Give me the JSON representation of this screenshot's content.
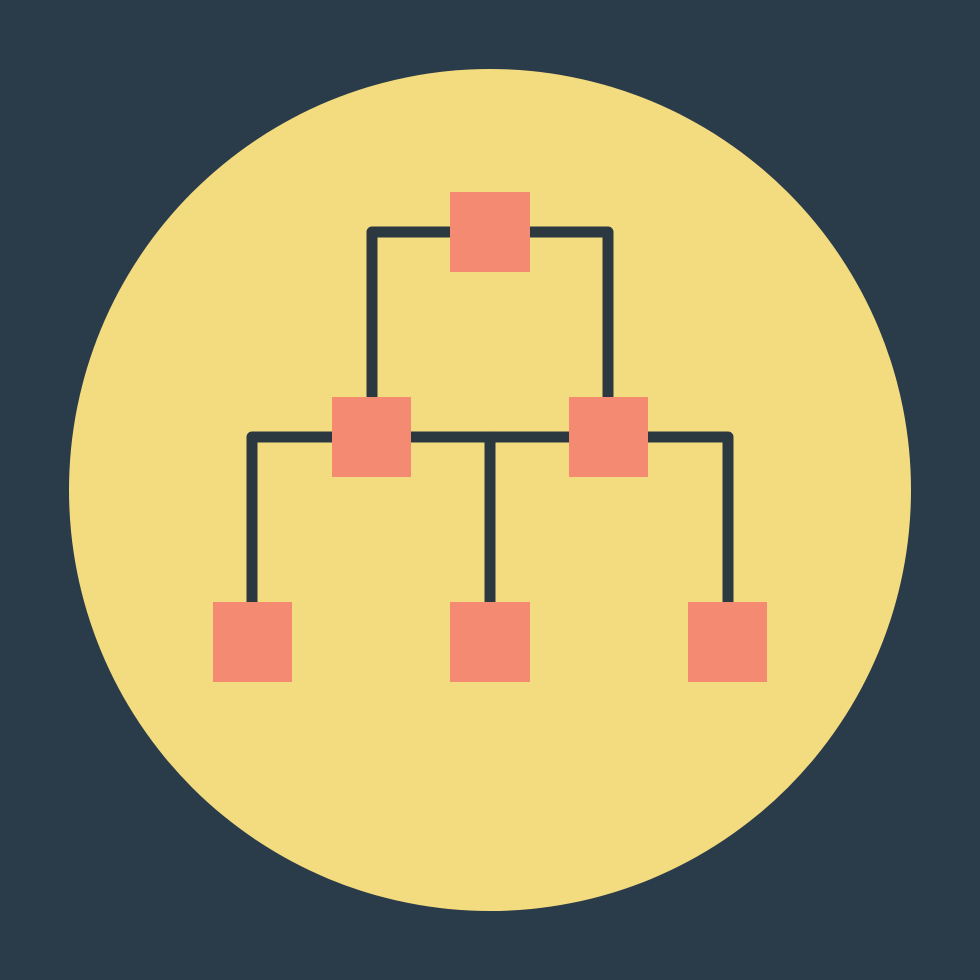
{
  "icon": {
    "name": "hierarchy-icon",
    "description_visible_text": ""
  },
  "colors": {
    "background": "#2a3b4a",
    "circle": "#f3db7f",
    "node": "#f48a71",
    "connector": "#2b3840"
  },
  "tree": {
    "root": "root-node",
    "children": [
      {
        "id": "level2-left-node",
        "children": [
          "leaf-left-node",
          "leaf-center-node"
        ]
      },
      {
        "id": "level2-right-node",
        "children": [
          "leaf-center-node",
          "leaf-right-node"
        ]
      }
    ]
  }
}
